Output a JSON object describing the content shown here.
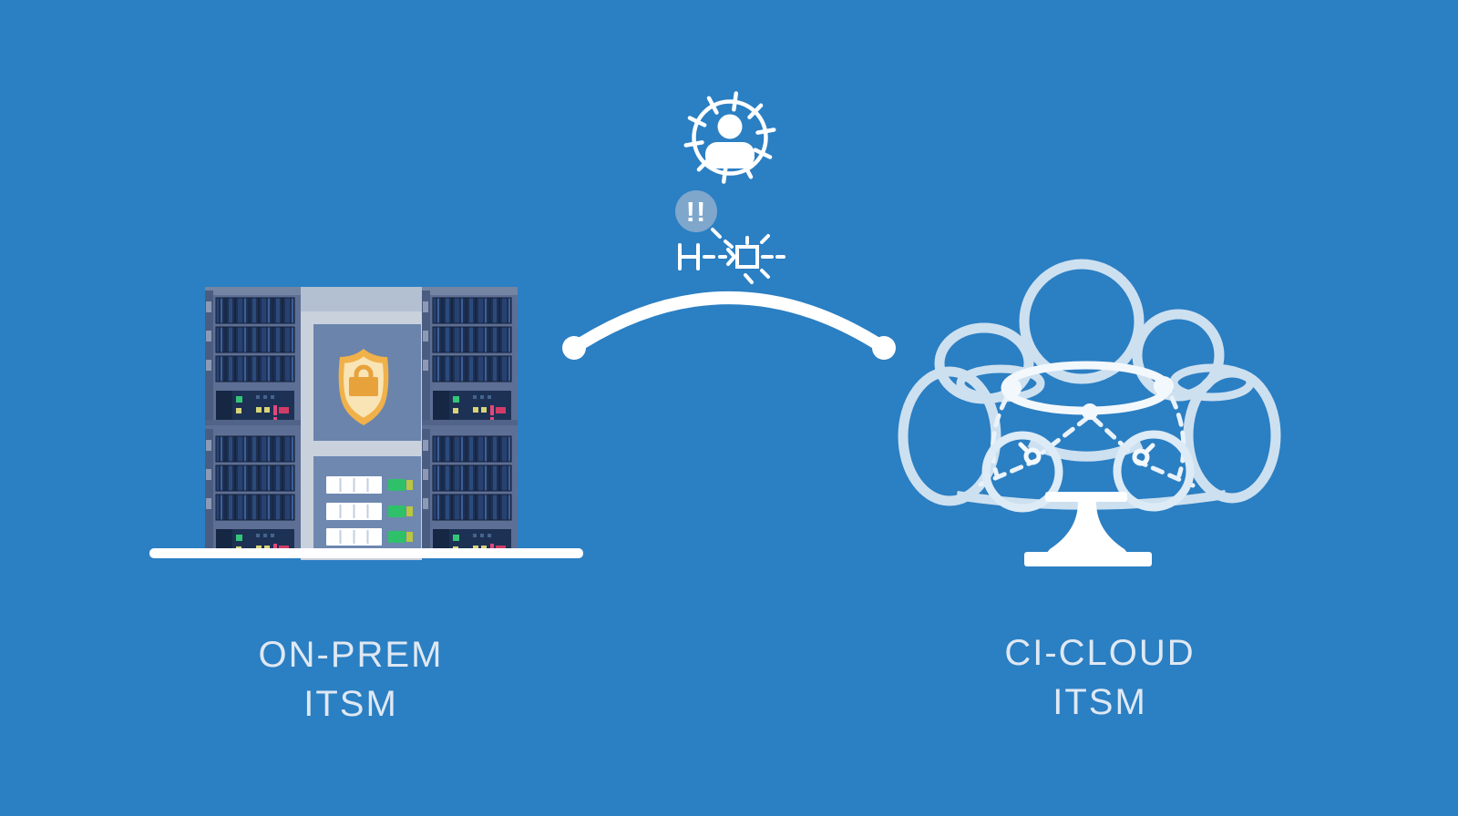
{
  "labels": {
    "on_prem": {
      "line1": "ON-PREM",
      "line2": "ITSM"
    },
    "ci_cloud": {
      "line1": "CI-CLOUD",
      "line2": "ITSM"
    }
  },
  "icons": {
    "alert_badge": {
      "text": "!!"
    },
    "compromised_user": "user-in-spiked-circle-icon",
    "broken_integration": "dashed-link-endpoint-icon",
    "sync_arc": "arc-connector",
    "on_prem_server": "secure-server-rack",
    "shield": "shield-lock-icon",
    "cloud": "cloud-network-icon"
  },
  "colors": {
    "background": "#2b7fc3",
    "white": "#ffffff",
    "label_text": "#dfe8f3",
    "badge_blue": "#7fa7cc",
    "cloud_outline": "#cde0f0",
    "cloud_inner": "#f3f8fc",
    "cloud_circles": "#dcebf6",
    "server_body": "#5d6f95",
    "server_edge": "#4b5c81",
    "server_slot": "#1e3055",
    "middle_tower": "#c9d1dd",
    "middle_tower_cap": "#b3c0d1",
    "panel_slate": "#6a84ac",
    "panel_slate_lower": "#6e88b0",
    "shield_orange": "#f0b14a",
    "shield_fill": "#f9e4b5",
    "lock_orange": "#e8a23c",
    "led_green": "#35c577",
    "led_yellow": "#d9d478",
    "led_pink": "#e2487c",
    "switch_green": "#2fc06a",
    "switch_yellow": "#b9c63f"
  }
}
